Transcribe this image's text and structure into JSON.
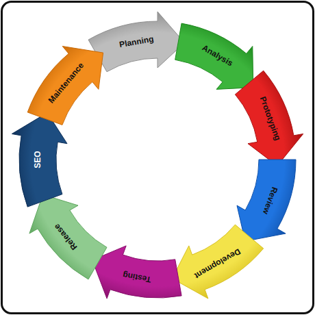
{
  "diagram": {
    "nodes": [
      {
        "text": [
          "Planning"
        ]
      },
      {
        "text": [
          "Analysis"
        ]
      },
      {
        "text": [
          "Prototyping"
        ]
      },
      {
        "text": [
          "Review"
        ]
      },
      {
        "text": [
          "Development"
        ]
      },
      {
        "text": [
          "Testing"
        ]
      },
      {
        "text": [
          "Release"
        ]
      },
      {
        "text": [
          "SEO"
        ]
      },
      {
        "text": [
          "Maintenance"
        ]
      }
    ]
  }
}
